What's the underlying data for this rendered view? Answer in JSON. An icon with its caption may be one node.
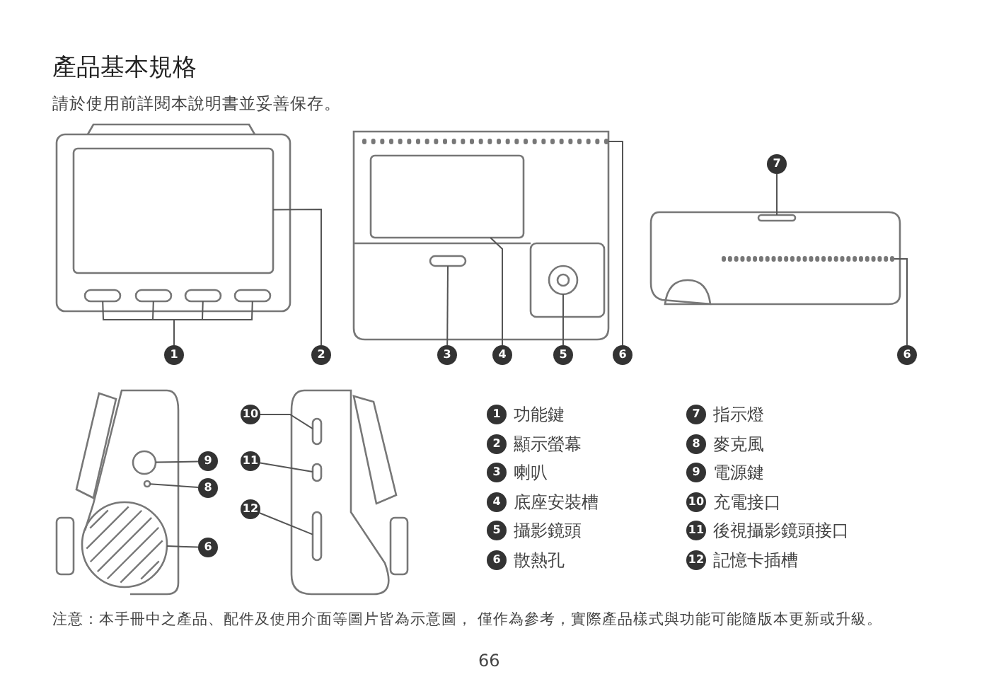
{
  "diagram": {
    "title": "產品基本規格",
    "nodes": [
      {
        "text": [
          "1"
        ]
      },
      {
        "text": [],
        "shape": "bar"
      },
      {
        "text": [],
        "shape": "bar"
      },
      {
        "text": [],
        "shape": "bar"
      },
      {
        "text": [],
        "shape": "bar"
      },
      {
        "text": [
          "2"
        ]
      },
      {
        "text": [],
        "shape": "box"
      },
      {
        "text": [
          "3"
        ]
      },
      {
        "text": [],
        "shape": "bar"
      },
      {
        "text": [
          "4"
        ]
      },
      {
        "text": [],
        "shape": "box"
      },
      {
        "text": [
          "5"
        ]
      },
      {
        "text": [],
        "shape": "circle"
      },
      {
        "text": [
          "6"
        ]
      },
      {
        "text": [],
        "shape": "bar"
      },
      {
        "text": [
          "7"
        ]
      },
      {
        "text": [],
        "shape": "bar"
      },
      {
        "text": [
          "6"
        ]
      },
      {
        "text": [],
        "shape": "bar"
      },
      {
        "text": [
          "10"
        ]
      },
      {
        "text": [],
        "shape": "bar"
      },
      {
        "text": [
          "9"
        ]
      },
      {
        "text": [],
        "shape": "circle"
      },
      {
        "text": [
          "11"
        ]
      },
      {
        "text": [],
        "shape": "bar"
      },
      {
        "text": [
          "8"
        ]
      },
      {
        "text": [],
        "shape": "circle"
      },
      {
        "text": [
          "12"
        ]
      },
      {
        "text": [],
        "shape": "bar"
      },
      {
        "text": [
          "6"
        ]
      },
      {
        "text": [],
        "shape": "circle"
      },
      {
        "text": [
          "1"
        ],
        "beside": [
          "功能鍵"
        ]
      },
      {
        "text": [
          "7"
        ],
        "beside": [
          "指示燈"
        ]
      },
      {
        "text": [
          "2"
        ],
        "beside": [
          "顯示螢幕"
        ]
      },
      {
        "text": [
          "8"
        ],
        "beside": [
          "麥克風"
        ]
      },
      {
        "text": [
          "3"
        ],
        "beside": [
          "喇叭"
        ]
      },
      {
        "text": [
          "9"
        ],
        "beside": [
          "電源鍵"
        ]
      },
      {
        "text": [
          "4"
        ],
        "beside": [
          "底座安裝槽"
        ]
      },
      {
        "text": [
          "10"
        ],
        "beside": [
          "充電接口"
        ]
      },
      {
        "text": [
          "5"
        ],
        "beside": [
          "攝影鏡頭"
        ]
      },
      {
        "text": [
          "11"
        ],
        "beside": [
          "後視攝影鏡頭接口"
        ]
      },
      {
        "text": [
          "6"
        ],
        "beside": [
          "散熱孔"
        ]
      },
      {
        "text": [
          "12"
        ],
        "beside": [
          "記憶卡插槽"
        ]
      }
    ],
    "edges": [
      {
        "from": 0,
        "to": 1,
        "arrow": "none"
      },
      {
        "from": 0,
        "to": 2,
        "arrow": "none"
      },
      {
        "from": 0,
        "to": 3,
        "arrow": "none"
      },
      {
        "from": 0,
        "to": 4,
        "arrow": "none"
      },
      {
        "from": 5,
        "to": 6,
        "arrow": "none"
      },
      {
        "from": 7,
        "to": 8,
        "arrow": "none"
      },
      {
        "from": 9,
        "to": 10,
        "arrow": "none"
      },
      {
        "from": 11,
        "to": 12,
        "arrow": "none"
      },
      {
        "from": 13,
        "to": 14,
        "arrow": "none"
      },
      {
        "from": 15,
        "to": 16,
        "arrow": "none"
      },
      {
        "from": 17,
        "to": 18,
        "arrow": "none"
      },
      {
        "from": 19,
        "to": 20,
        "arrow": "none"
      },
      {
        "from": 21,
        "to": 22,
        "arrow": "none"
      },
      {
        "from": 23,
        "to": 24,
        "arrow": "none"
      },
      {
        "from": 25,
        "to": 26,
        "arrow": "none"
      },
      {
        "from": 27,
        "to": 28,
        "arrow": "none"
      },
      {
        "from": 29,
        "to": 30,
        "arrow": "none"
      }
    ],
    "labels": [
      "請於使用前詳閱本說明書並妥善保存。",
      "注意：本手冊中之產品、配件及使用介面等圖片皆為示意圖， 僅作為參考，實際產品樣式與功能可能隨版本更新或升級。",
      "66"
    ]
  }
}
